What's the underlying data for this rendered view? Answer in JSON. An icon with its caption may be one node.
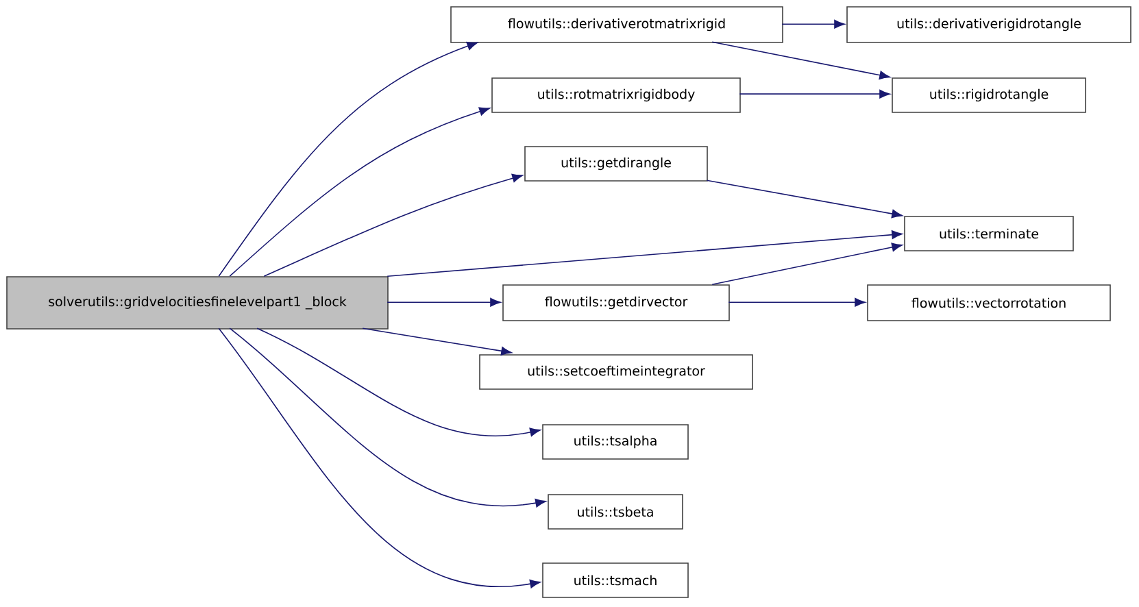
{
  "diagram": {
    "nodes": [
      {
        "text": [
          "solverutils::gridvelocitiesfinelevelpart1 _block"
        ]
      },
      {
        "text": [
          "flowutils::derivativerotmatrixrigid"
        ]
      },
      {
        "text": [
          "utils::rotmatrixrigidbody"
        ]
      },
      {
        "text": [
          "utils::getdirangle"
        ]
      },
      {
        "text": [
          "flowutils::getdirvector"
        ]
      },
      {
        "text": [
          "utils::setcoeftimeintegrator"
        ]
      },
      {
        "text": [
          "utils::tsalpha"
        ]
      },
      {
        "text": [
          "utils::tsbeta"
        ]
      },
      {
        "text": [
          "utils::tsmach"
        ]
      },
      {
        "text": [
          "utils::derivativerigidrotangle"
        ]
      },
      {
        "text": [
          "utils::rigidrotangle"
        ]
      },
      {
        "text": [
          "utils::terminate"
        ]
      },
      {
        "text": [
          "flowutils::vectorrotation"
        ]
      }
    ],
    "edges": [
      {
        "from": 0,
        "to": 1,
        "arrow": "to"
      },
      {
        "from": 0,
        "to": 2,
        "arrow": "to"
      },
      {
        "from": 0,
        "to": 3,
        "arrow": "to"
      },
      {
        "from": 0,
        "to": 11,
        "arrow": "to"
      },
      {
        "from": 0,
        "to": 4,
        "arrow": "to"
      },
      {
        "from": 0,
        "to": 5,
        "arrow": "to"
      },
      {
        "from": 0,
        "to": 6,
        "arrow": "to"
      },
      {
        "from": 0,
        "to": 7,
        "arrow": "to"
      },
      {
        "from": 0,
        "to": 8,
        "arrow": "to"
      },
      {
        "from": 1,
        "to": 9,
        "arrow": "to"
      },
      {
        "from": 1,
        "to": 10,
        "arrow": "to"
      },
      {
        "from": 2,
        "to": 10,
        "arrow": "to"
      },
      {
        "from": 3,
        "to": 11,
        "arrow": "to"
      },
      {
        "from": 4,
        "to": 11,
        "arrow": "to"
      },
      {
        "from": 4,
        "to": 12,
        "arrow": "to"
      }
    ]
  }
}
